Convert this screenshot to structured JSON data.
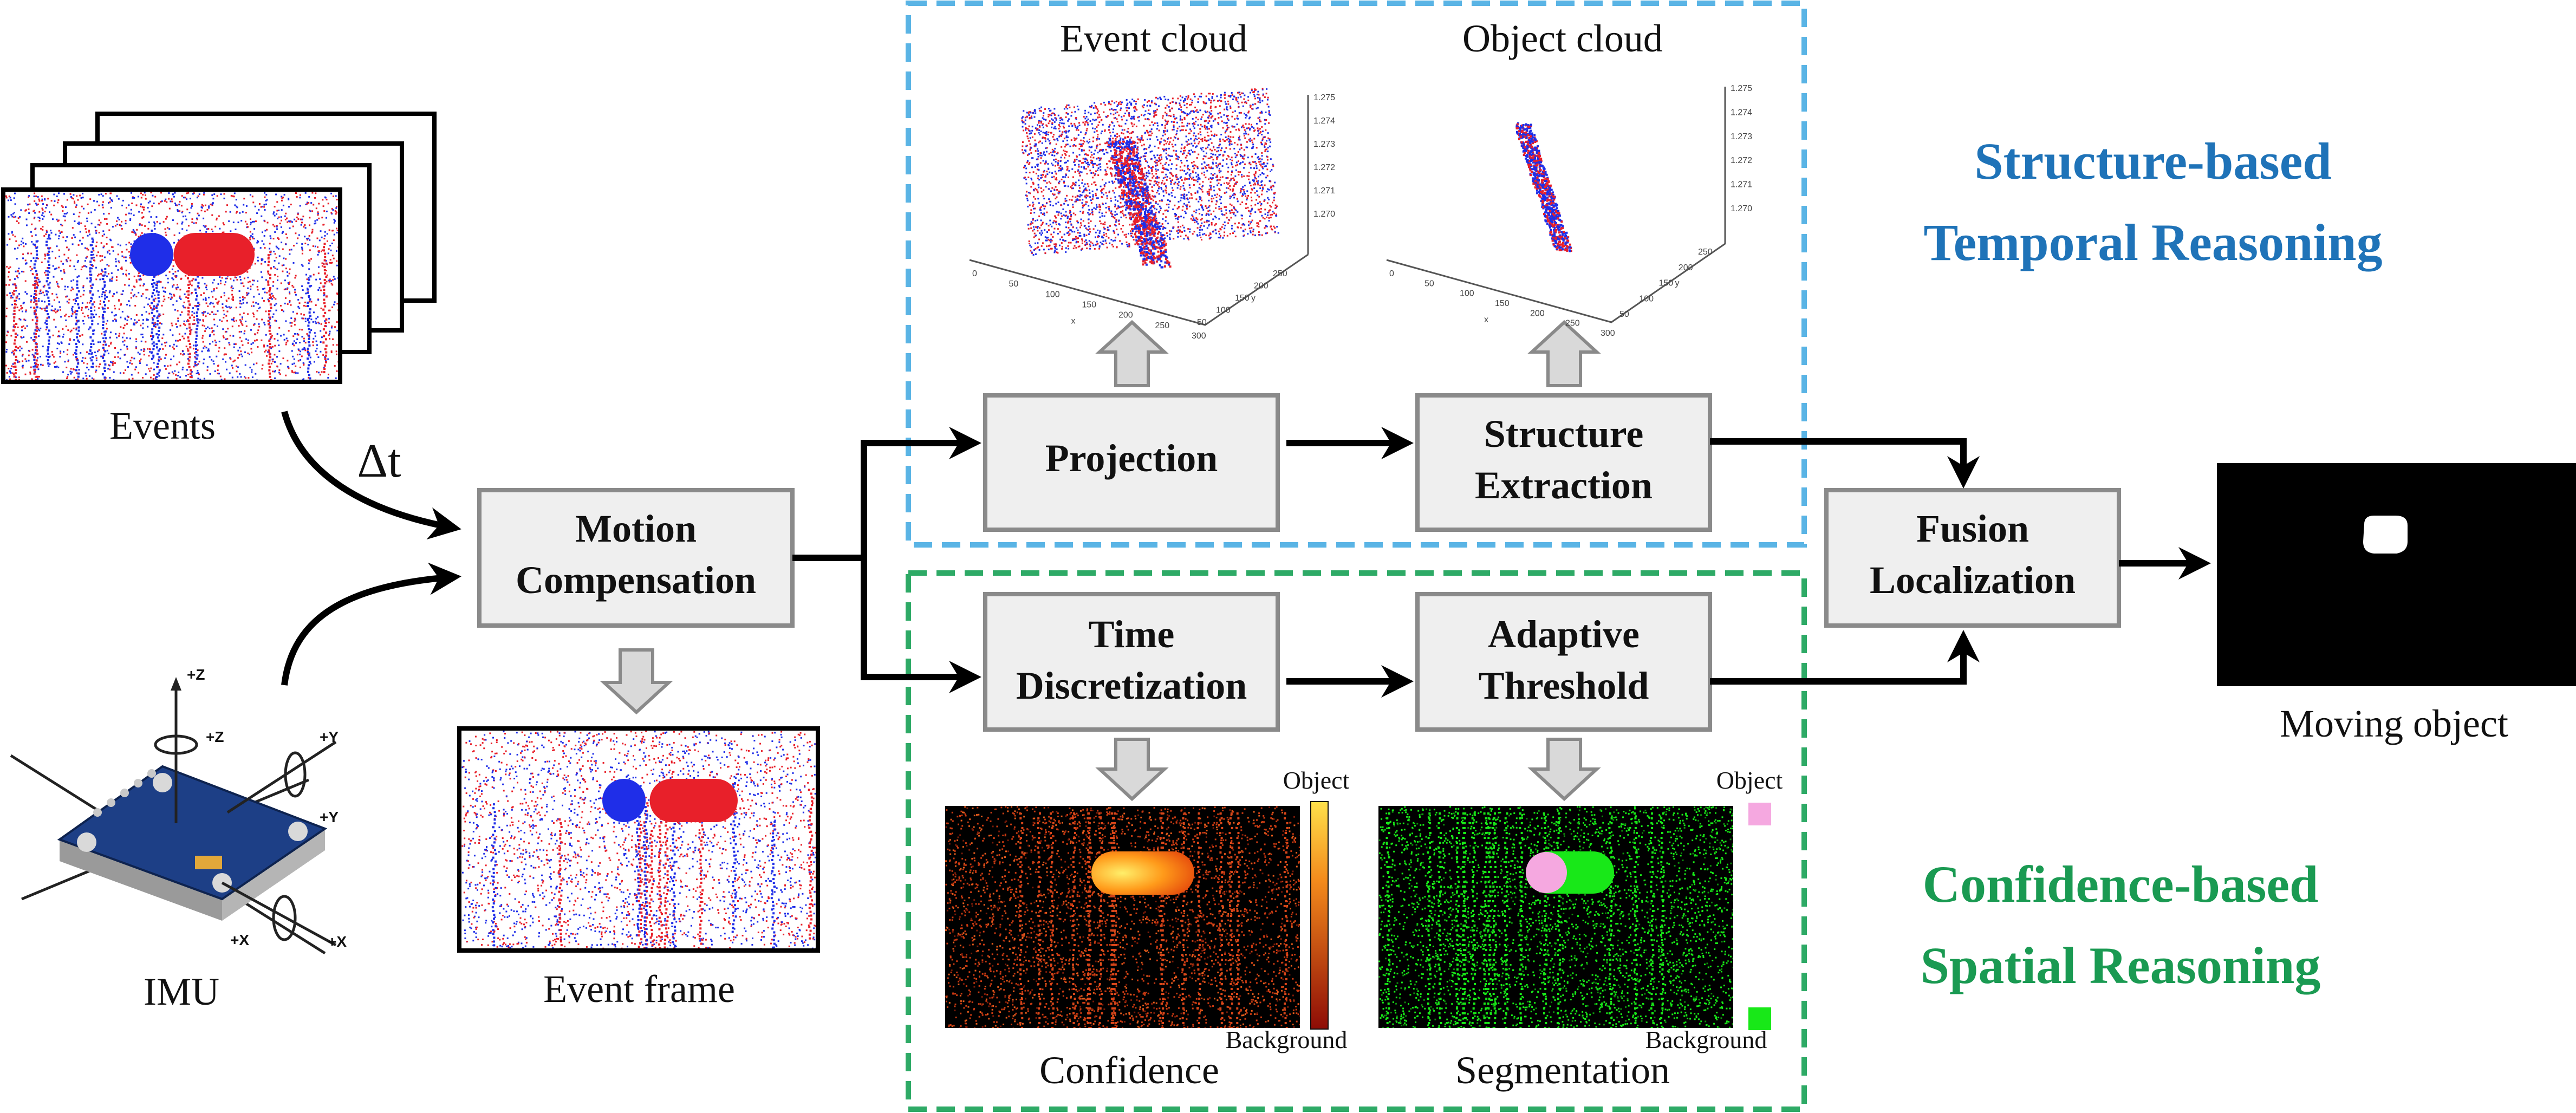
{
  "captions": {
    "events": "Events",
    "delta_t": "Δt",
    "imu": "IMU",
    "event_frame": "Event frame",
    "event_cloud": "Event cloud",
    "object_cloud": "Object cloud",
    "confidence": "Confidence",
    "segmentation": "Segmentation",
    "moving_object": "Moving object",
    "object": "Object",
    "background": "Background"
  },
  "boxes": {
    "motion_compensation": [
      "Motion",
      "Compensation"
    ],
    "projection": [
      "Projection"
    ],
    "structure_extraction": [
      "Structure",
      "Extraction"
    ],
    "time_discretization": [
      "Time",
      "Discretization"
    ],
    "adaptive_threshold": [
      "Adaptive",
      "Threshold"
    ],
    "fusion_localization": [
      "Fusion",
      "Localization"
    ]
  },
  "section_titles": {
    "temporal": [
      "Structure-based",
      "Temporal Reasoning"
    ],
    "spatial": [
      "Confidence-based",
      "Spatial Reasoning"
    ]
  },
  "imu_axes": {
    "z_top": "+Z",
    "z_rot": "+Z",
    "y_top": "+Y",
    "y_rot": "+Y",
    "x_rot": "+X",
    "x_bot": "+X"
  },
  "event_cloud_axes": {
    "z_ticks": [
      "1.275",
      "1.274",
      "1.273",
      "1.272",
      "1.271",
      "1.270"
    ],
    "x_ticks": [
      "0",
      "50",
      "100",
      "150",
      "200",
      "250",
      "300"
    ],
    "y_ticks": [
      "250",
      "200",
      "150",
      "100",
      "50"
    ],
    "x_label": "x",
    "y_label": "y"
  },
  "object_cloud_axes": {
    "z_ticks": [
      "1.275",
      "1.274",
      "1.273",
      "1.272",
      "1.271",
      "1.270"
    ],
    "x_ticks": [
      "0",
      "50",
      "100",
      "150",
      "200",
      "250",
      "300"
    ],
    "y_ticks": [
      "250",
      "200",
      "150",
      "100",
      "50"
    ],
    "x_label": "x",
    "y_label": "y"
  },
  "colors": {
    "box_fill": "#efefef",
    "box_stroke": "#8a8a8a",
    "arrow": "#000000",
    "hollow_arrow_fill": "#d9d9d9",
    "hollow_arrow_stroke": "#8a8a8a",
    "temporal_dash": "#5ab4e5",
    "spatial_dash": "#2eaa66",
    "event_red": "#e8202a",
    "event_blue": "#1f2ee8",
    "seg_object": "#f5a8e0",
    "seg_background": "#18e818"
  }
}
